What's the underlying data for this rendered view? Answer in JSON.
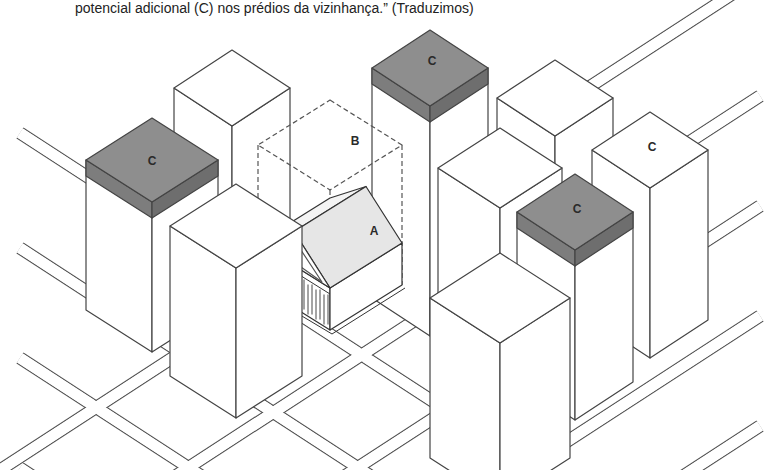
{
  "diagram": {
    "labels": [
      "potencial adicional (C) nos prédios da vizinhança.” (Traduzimos)",
      "B",
      "A",
      "C",
      "C",
      "C",
      "C"
    ]
  }
}
